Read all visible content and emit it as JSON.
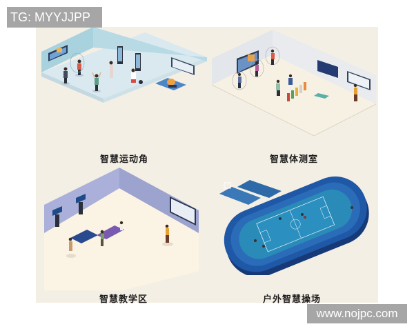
{
  "watermarks": {
    "top_left": "TG: MYYJJPP",
    "bottom_right": "www.nojpc.com"
  },
  "panels": [
    {
      "id": "smart-sports-corner",
      "caption": "智慧运动角",
      "theme": "light-blue room"
    },
    {
      "id": "smart-fitness-test-room",
      "caption": "智慧体测室",
      "theme": "cream room"
    },
    {
      "id": "smart-teaching-area",
      "caption": "智慧教学区",
      "theme": "lavender room"
    },
    {
      "id": "outdoor-smart-playground",
      "caption": "户外智慧操场",
      "theme": "blue track and field"
    }
  ],
  "colors": {
    "panel_bg": "#f4efe5",
    "watermark_bg": "#a6a6a6",
    "room1_wall": "#b9dbe6",
    "room1_floor": "#dbeaf0",
    "room2_wall": "#e7e9ec",
    "room2_floor": "#f7f1e4",
    "room3_wall": "#a7acd6",
    "room3_floor": "#fbf5e6",
    "track": "#1f5aa8",
    "field": "#2a86b5"
  }
}
